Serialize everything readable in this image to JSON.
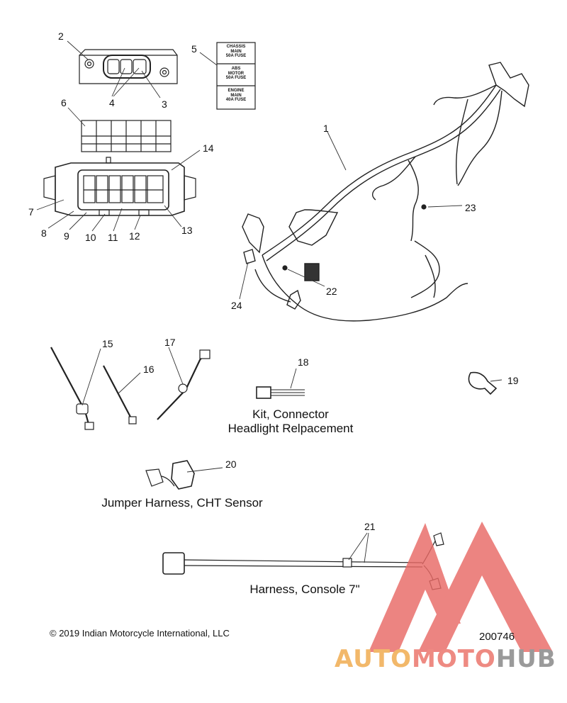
{
  "callouts": {
    "n1": "1",
    "n2": "2",
    "n3": "3",
    "n4": "4",
    "n5": "5",
    "n6": "6",
    "n7": "7",
    "n8": "8",
    "n9": "9",
    "n10": "10",
    "n11": "11",
    "n12": "12",
    "n13": "13",
    "n14": "14",
    "n15": "15",
    "n16": "16",
    "n17": "17",
    "n18": "18",
    "n19": "19",
    "n20": "20",
    "n21": "21",
    "n22": "22",
    "n23": "23",
    "n24": "24"
  },
  "fuse_label": {
    "line1": "CHASSIS",
    "line2": "MAIN",
    "line3": "50A FUSE",
    "line4": "ABS",
    "line5": "MOTOR",
    "line6": "50A FUSE",
    "line7": "ENGINE",
    "line8": "MAIN",
    "line9": "40A FUSE"
  },
  "captions": {
    "kit_line1": "Kit, Connector",
    "kit_line2": "Headlight Relpacement",
    "jumper": "Jumper Harness, CHT Sensor",
    "console": "Harness, Console 7\""
  },
  "footer": {
    "copyright": "© 2019 Indian Motorcycle International, LLC",
    "doc_number": "200746"
  },
  "watermark": {
    "part1": "AUTO",
    "part2": "MOTO",
    "part3": "HUB"
  },
  "colors": {
    "watermark_red": "#e96a66",
    "watermark_orange": "#f2b86a",
    "watermark_gray": "#9a9a9a"
  }
}
